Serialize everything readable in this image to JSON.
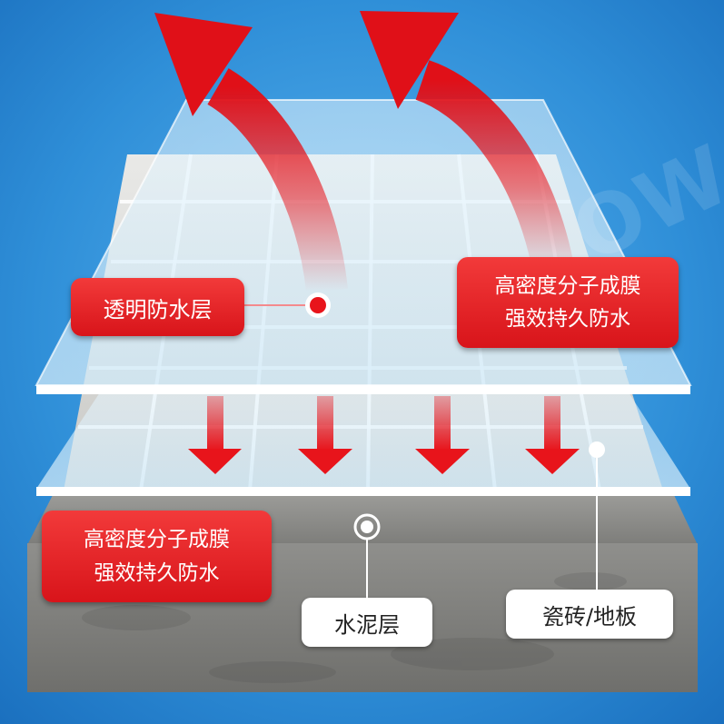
{
  "labels": {
    "transparent_layer": "透明防水层",
    "film_line1": "高密度分子成膜",
    "film_line2": "强效持久防水",
    "cement_layer": "水泥层",
    "tile_floor": "瓷砖/地板"
  },
  "watermark": "OW",
  "colors": {
    "background": "#2f8fd8",
    "accent_red": "#e8141b",
    "concrete": "#8a8a88",
    "glass": "#bfe3f7"
  }
}
